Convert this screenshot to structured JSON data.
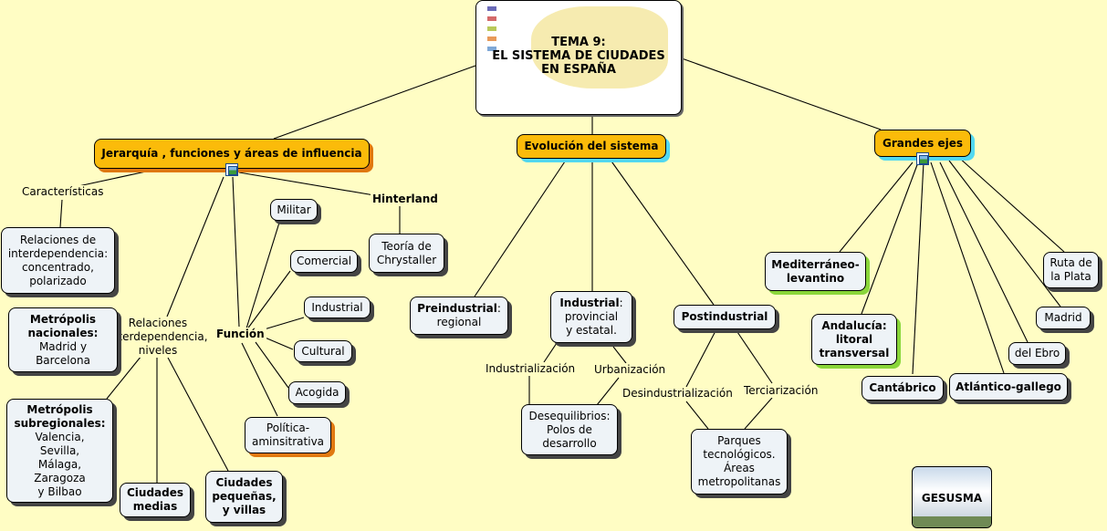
{
  "central": {
    "title": "TEMA 9:\nEL SISTEMA DE CIUDADES\nEN ESPAÑA"
  },
  "topics": {
    "jerarquia": "Jerarquía , funciones y áreas de influencia",
    "evolucion": "Evolución del sistema",
    "ejes": "Grandes ejes"
  },
  "jerarquia": {
    "caracteristicas_label": "Características",
    "relaciones_box": "Relaciones de\ninterdependencia:\nconcentrado,\npolarizado",
    "relaciones_label": "Relaciones\ninterdependencia,\nniveles",
    "metropolis_nacionales_title": "Metrópolis\nnacionales:",
    "metropolis_nacionales_text": "Madrid y\nBarcelona",
    "metropolis_subregionales_title": "Metrópolis\nsubregionales:",
    "metropolis_subregionales_text": "Valencia,\nSevilla,\nMálaga,\nZaragoza\ny Bilbao",
    "ciudades_medias": "Ciudades\nmedias",
    "ciudades_pequenas": "Ciudades\npequeñas,\ny villas",
    "funcion_label": "Función",
    "funciones": {
      "militar": "Militar",
      "comercial": "Comercial",
      "industrial": "Industrial",
      "cultural": "Cultural",
      "acogida": "Acogida",
      "politica": "Política-\naminsitrativa"
    },
    "hinterland_label": "Hinterland",
    "teoria": "Teoría de\nChrystaller"
  },
  "evolucion": {
    "preindustrial_title": "Preindustrial",
    "preindustrial_text": ":\nregional",
    "industrial_title": "Industrial",
    "industrial_text": ":\nprovincial\ny estatal.",
    "postindustrial": "Postindustrial",
    "industrializacion_label": "Industrialización",
    "urbanizacion_label": "Urbanización",
    "desequilibrios": "Desequilibrios:\nPolos de\ndesarrollo",
    "desindustrializacion_label": "Desindustrialización",
    "terciarizacion_label": "Terciarización",
    "parques": "Parques\ntecnológicos.\nÁreas\nmetropolitanas"
  },
  "ejes": {
    "mediterraneo": "Mediterráneo-\nlevantino",
    "andalucia": "Andalucía:\nlitoral\ntransversal",
    "cantabrico": "Cantábrico",
    "atlantico": "Atlántico-gallego",
    "ebro": "del Ebro",
    "madrid": "Madrid",
    "ruta_plata": "Ruta de\nla Plata"
  },
  "footer": {
    "gesusma": "GESUSMA"
  },
  "colors": {
    "background": "#fffdc4",
    "topic_fill": "#fbbb0a",
    "node_fill": "#eef3f7",
    "shadow_orange": "#e07810",
    "shadow_cyan": "#52d8f0",
    "shadow_green": "#8ad63a"
  },
  "icons": [
    "image-attachment-icon"
  ]
}
